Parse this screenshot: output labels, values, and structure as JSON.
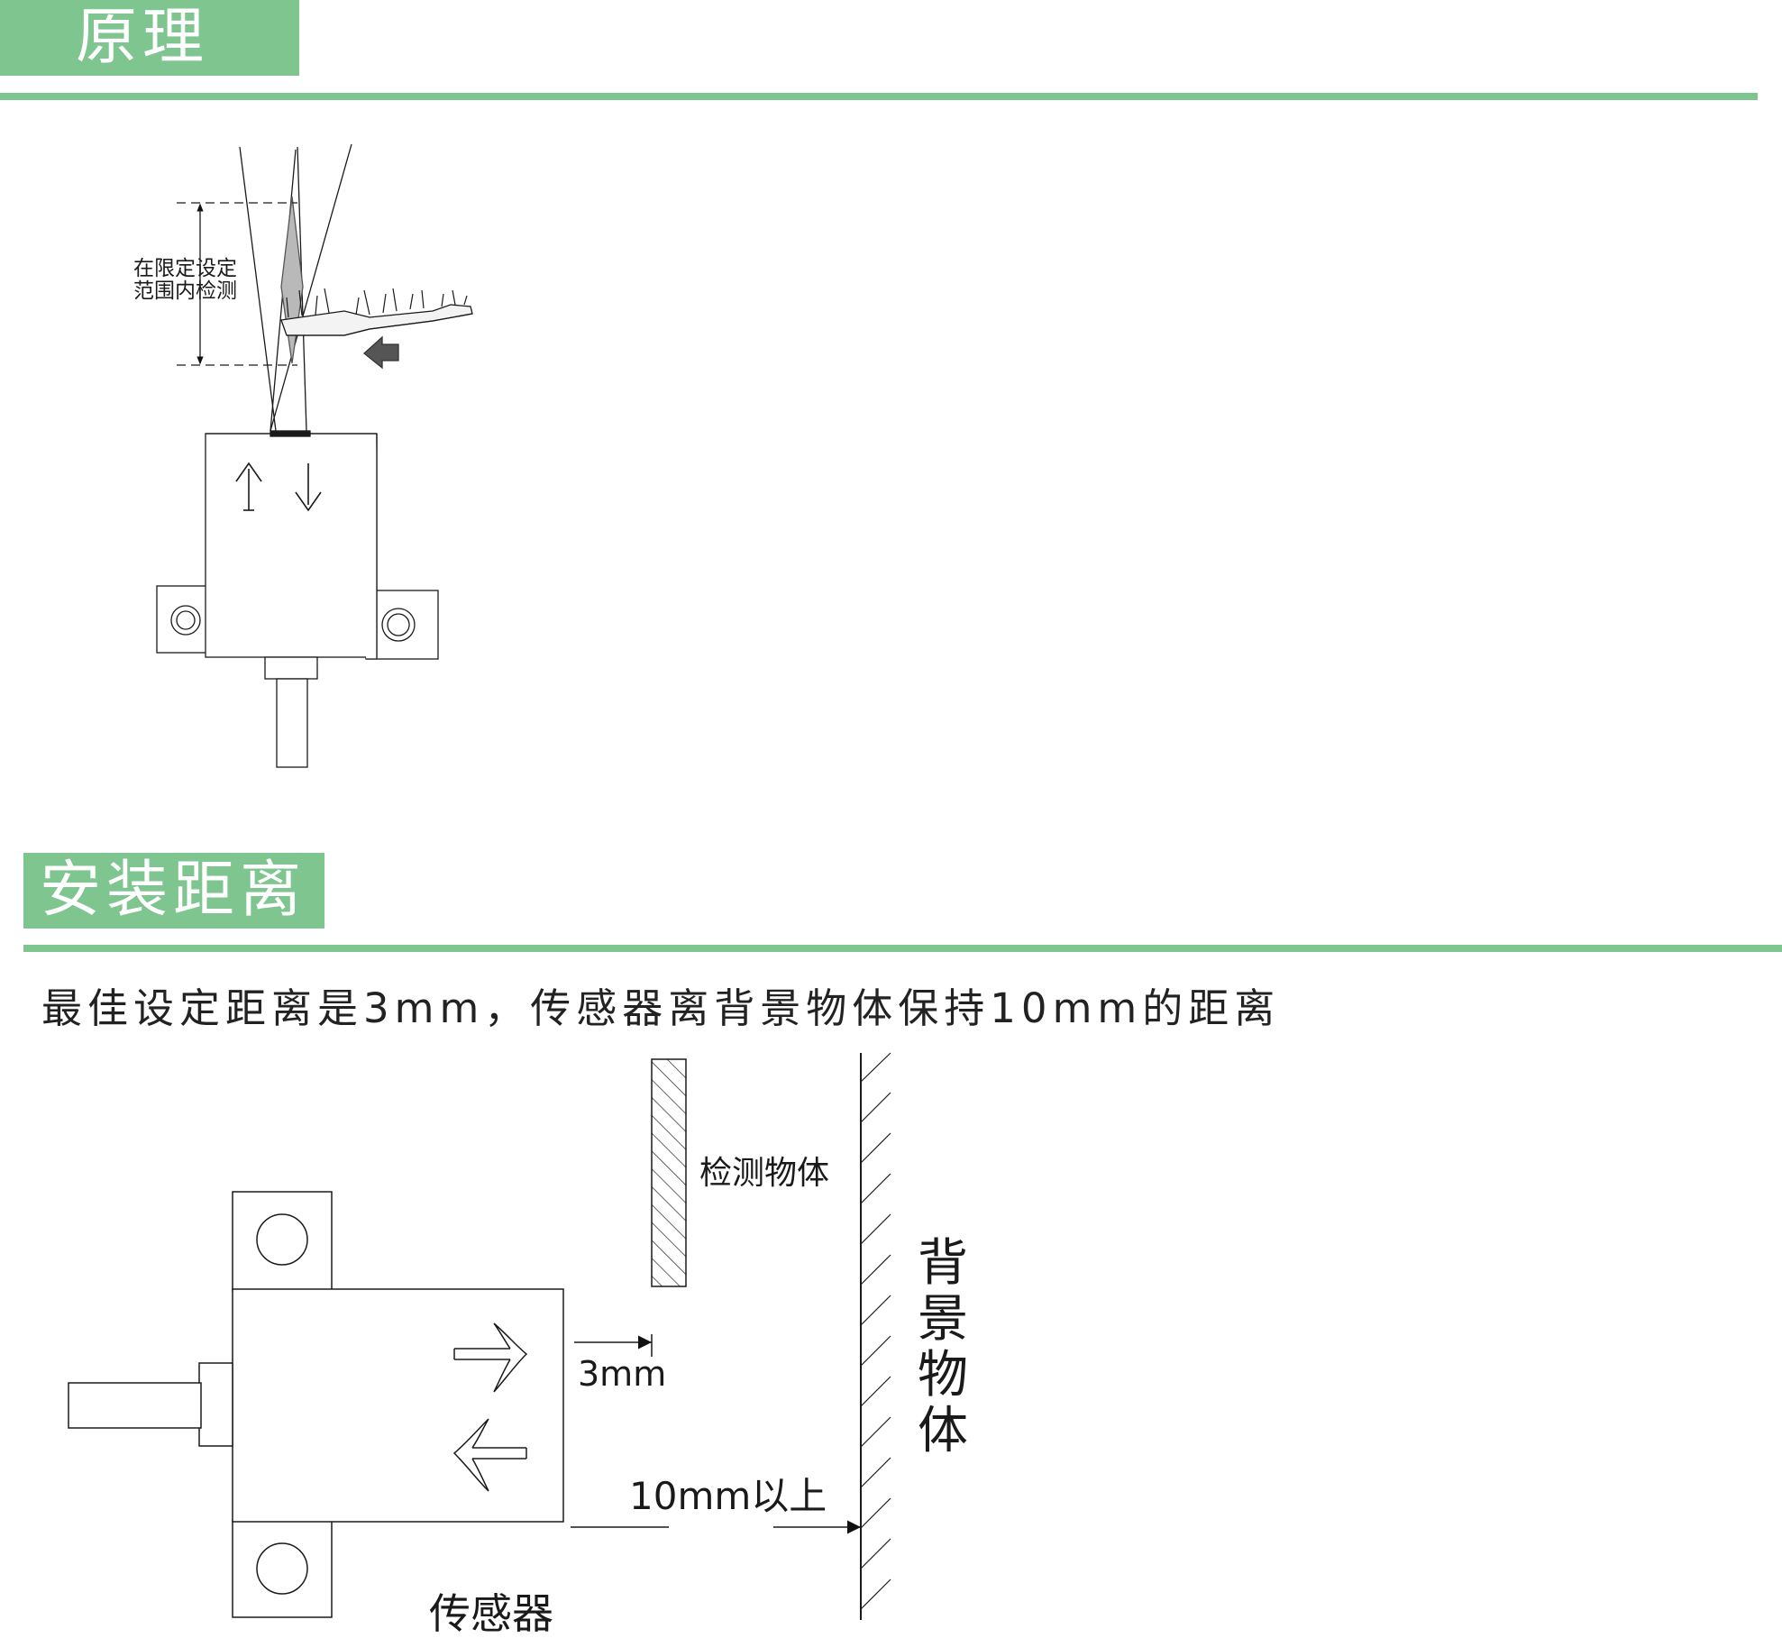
{
  "sections": {
    "principle": {
      "title": "原理"
    },
    "install": {
      "title": "安装距离"
    }
  },
  "principle_diagram": {
    "range_label_line1": "在限定设定",
    "range_label_line2": "范围内检测",
    "front_arrow_up": "↑",
    "front_arrow_down": "↓"
  },
  "install_text": "最佳设定距离是3mm，传感器离背景物体保持10mm的距离",
  "install_diagram": {
    "object_label": "检测物体",
    "background_label": [
      "背",
      "景",
      "物",
      "体"
    ],
    "dist_3": "3mm",
    "dist_10": "10mm以上",
    "sensor_label": "传感器"
  },
  "colors": {
    "accent": "#7fc590",
    "line": "#1a1a1a"
  }
}
